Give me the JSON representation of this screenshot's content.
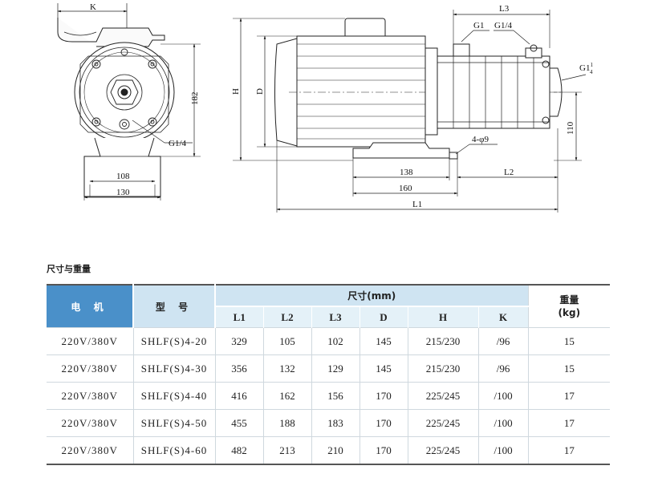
{
  "drawing": {
    "dims": {
      "k": "K",
      "d182": "182",
      "g14_side": "G1/4",
      "d108": "108",
      "d130": "130",
      "h": "H",
      "d": "D",
      "l3": "L3",
      "g1": "G1",
      "g14_top": "G1/4",
      "g1q_main": "G1",
      "g1q_num": "1",
      "g1q_den": "4",
      "d110": "110",
      "holes": "4-φ9",
      "d138": "138",
      "l2": "L2",
      "d160": "160",
      "l1": "L1"
    }
  },
  "table": {
    "title": "尺寸与重量",
    "headers": {
      "motor": "电 机",
      "model": "型 号",
      "dimensions": "尺寸(mm)",
      "weight_line1": "重量",
      "weight_line2": "(kg)",
      "cols": [
        "L1",
        "L2",
        "L3",
        "D",
        "H",
        "K"
      ]
    },
    "rows": [
      {
        "motor": "220V/380V",
        "model": "SHLF(S)4-20",
        "l1": "329",
        "l2": "105",
        "l3": "102",
        "d": "145",
        "h": "215/230",
        "k": "/96",
        "weight": "15"
      },
      {
        "motor": "220V/380V",
        "model": "SHLF(S)4-30",
        "l1": "356",
        "l2": "132",
        "l3": "129",
        "d": "145",
        "h": "215/230",
        "k": "/96",
        "weight": "15"
      },
      {
        "motor": "220V/380V",
        "model": "SHLF(S)4-40",
        "l1": "416",
        "l2": "162",
        "l3": "156",
        "d": "170",
        "h": "225/245",
        "k": "/100",
        "weight": "17"
      },
      {
        "motor": "220V/380V",
        "model": "SHLF(S)4-50",
        "l1": "455",
        "l2": "188",
        "l3": "183",
        "d": "170",
        "h": "225/245",
        "k": "/100",
        "weight": "17"
      },
      {
        "motor": "220V/380V",
        "model": "SHLF(S)4-60",
        "l1": "482",
        "l2": "213",
        "l3": "210",
        "d": "170",
        "h": "225/245",
        "k": "/100",
        "weight": "17"
      }
    ]
  },
  "colors": {
    "header_blue": "#4a90c9",
    "header_light": "#cfe4f2",
    "subheader_light": "#e4f1f8"
  }
}
